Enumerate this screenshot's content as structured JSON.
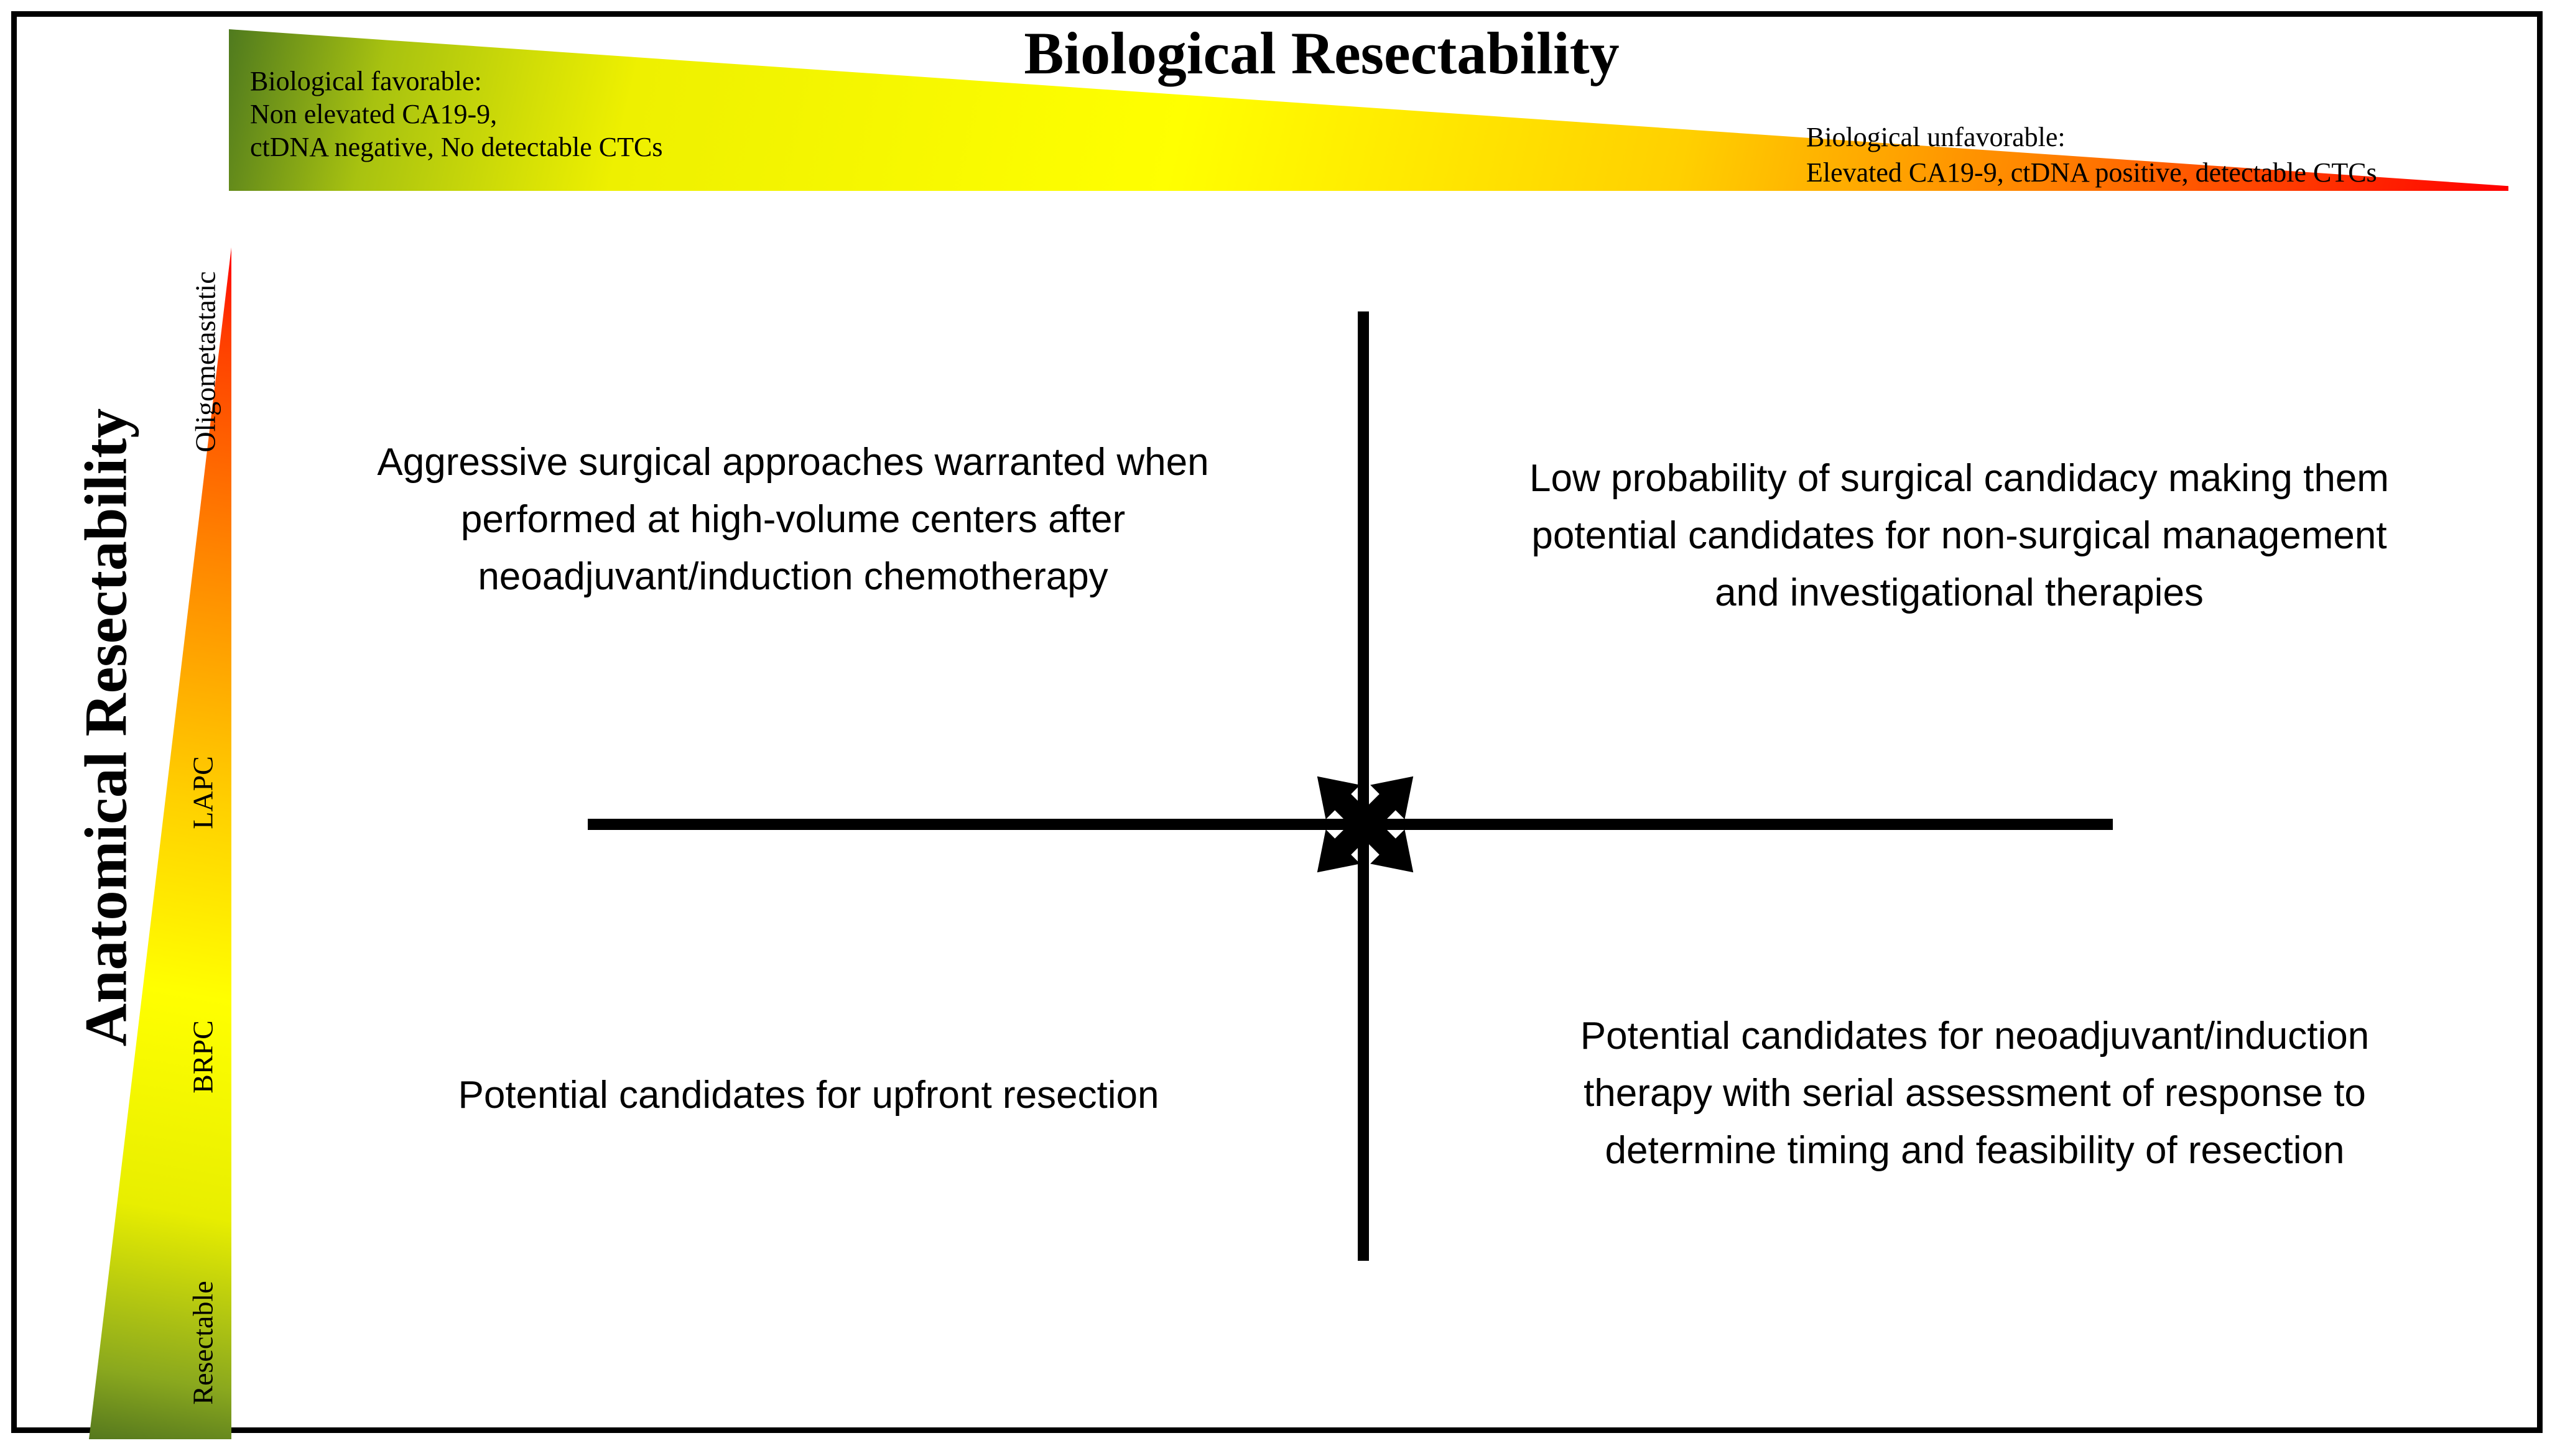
{
  "figure": {
    "type": "quadrant-diagram",
    "top_axis": {
      "title": "Biological Resectability",
      "favorable_lines": [
        "Biological favorable:",
        "Non elevated CA19-9,",
        "ctDNA negative, No detectable CTCs"
      ],
      "unfavorable_lines": [
        "Biological unfavorable:",
        "Elevated CA19-9, ctDNA positive, detectable CTCs"
      ],
      "gradient_colors": [
        "#4f7a1e",
        "#ffff00",
        "#ff8700",
        "#ff0000"
      ]
    },
    "left_axis": {
      "title": "Anatomical Resectability",
      "tick_labels": [
        "Oligometastatic",
        "LAPC",
        "BRPC",
        "Resectable"
      ],
      "gradient_colors": [
        "#ff0000",
        "#ff8700",
        "#ffff00",
        "#55781e"
      ]
    },
    "quadrants": {
      "top_left": {
        "lines": [
          "Aggressive surgical approaches warranted when",
          "performed at high-volume centers after",
          "neoadjuvant/induction chemotherapy"
        ]
      },
      "top_right": {
        "lines": [
          "Low probability of surgical candidacy making them",
          "potential candidates for non-surgical management",
          "and investigational therapies"
        ]
      },
      "bottom_left": {
        "lines": [
          "Potential candidates for upfront resection"
        ]
      },
      "bottom_right": {
        "lines": [
          "Potential candidates for neoadjuvant/induction",
          "therapy with serial assessment of response to",
          "determine timing and feasibility of resection"
        ]
      }
    },
    "marker": {
      "icon": "four-diagonal-arrows",
      "color": "#000000"
    },
    "line_color": "#000000",
    "border_color": "#000000"
  }
}
